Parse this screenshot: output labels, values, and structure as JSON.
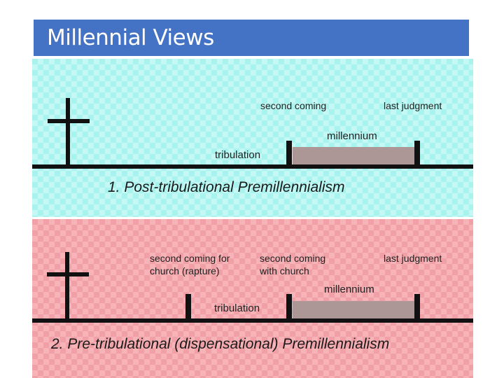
{
  "slide": {
    "title": "Millennial Views"
  },
  "diagram1": {
    "labels": {
      "second_coming": "second coming",
      "last_judgment": "last judgment",
      "millennium": "millennium",
      "tribulation": "tribulation"
    },
    "caption": "1. Post-tribulational Premillennialism"
  },
  "diagram2": {
    "labels": {
      "rapture_line1": "second coming for",
      "rapture_line2": "church (rapture)",
      "second_coming_line1": "second coming",
      "second_coming_line2": "with church",
      "last_judgment": "last judgment",
      "millennium": "millennium",
      "tribulation": "tribulation"
    },
    "caption": "2. Pre-tribulational (dispensational) Premillennialism"
  },
  "colors": {
    "title_bar": "#4472c4",
    "panel1": "#a8f3ee",
    "panel2": "#f0a0a6",
    "millennium_bar": "#ad9696",
    "line": "#111111"
  }
}
